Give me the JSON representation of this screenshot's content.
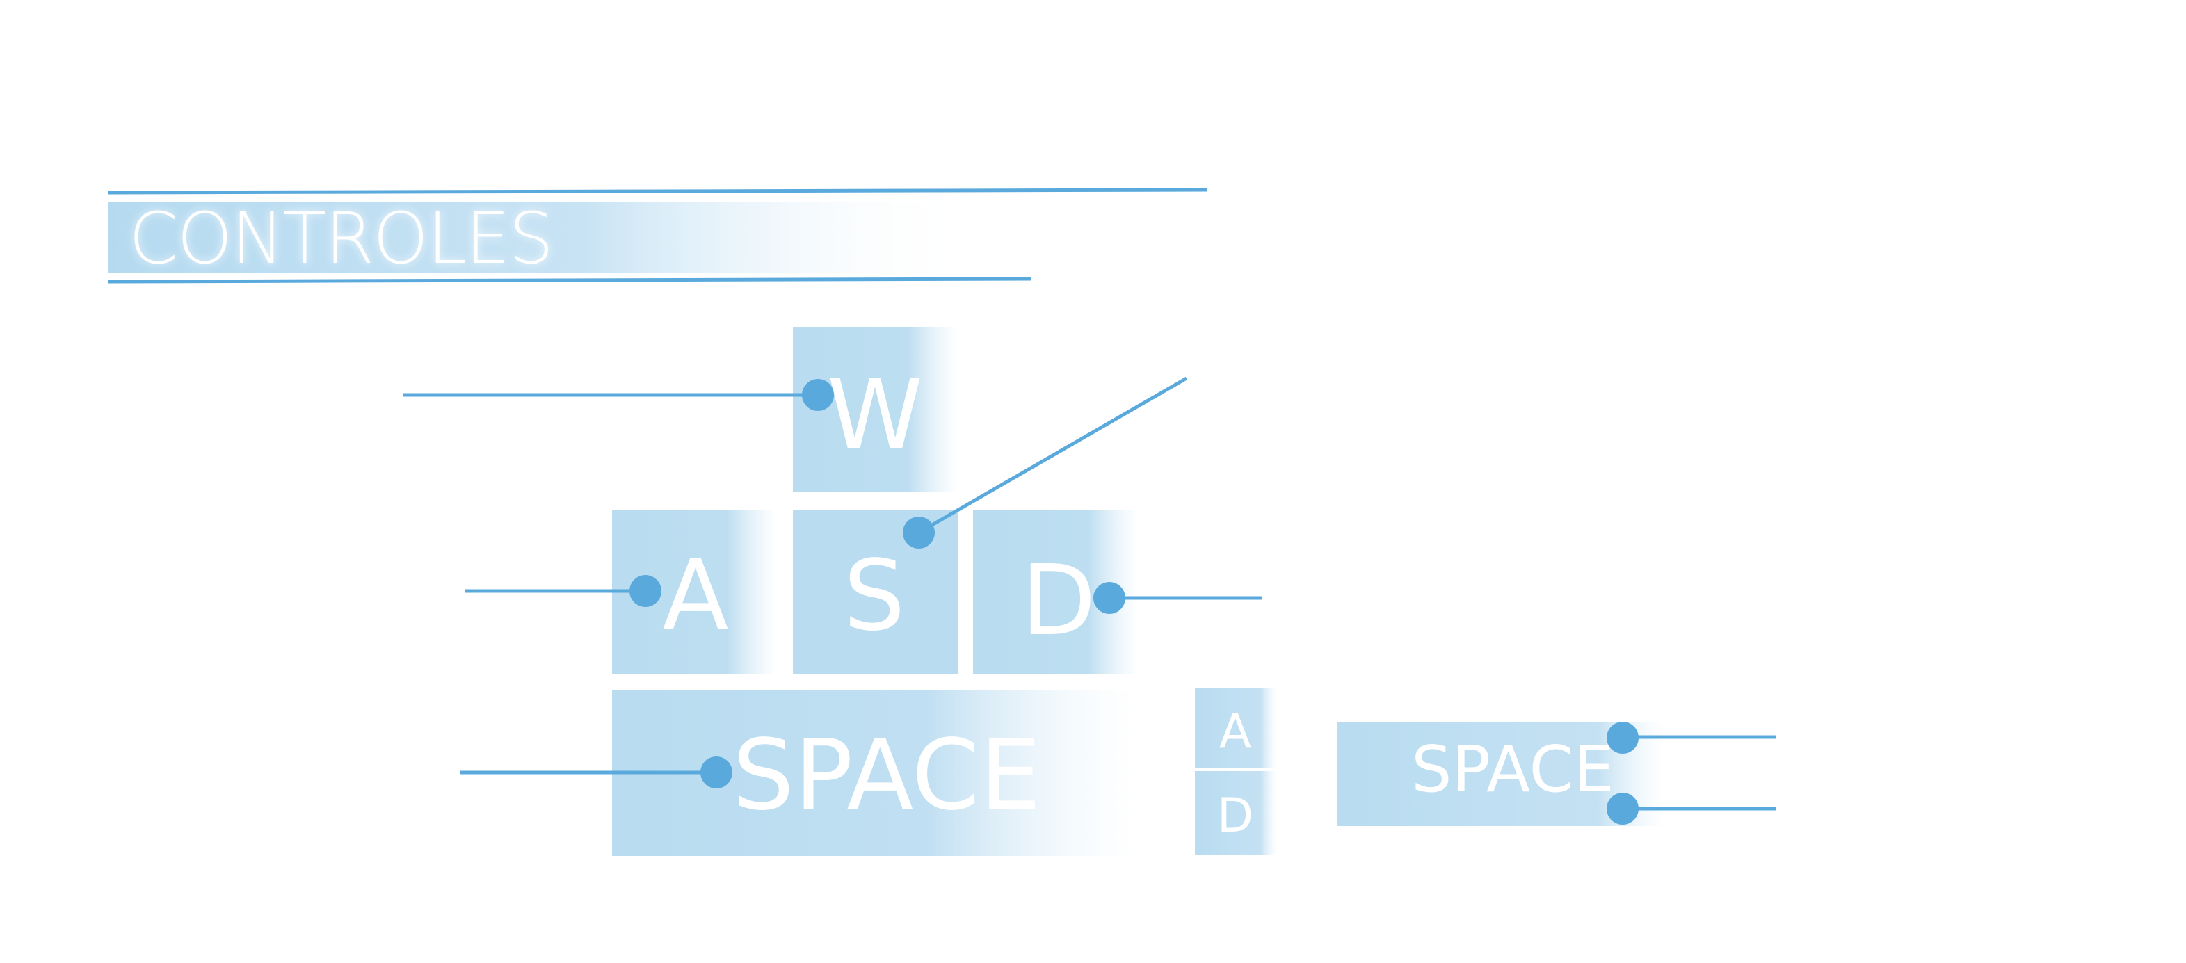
{
  "title": "CONTROLES",
  "keys": {
    "w": "W",
    "a": "A",
    "s": "S",
    "d": "D",
    "space": "SPACE"
  },
  "combo": {
    "top": "A",
    "bottom": "D",
    "space": "SPACE"
  },
  "colors": {
    "accent": "#5aa9dc",
    "key_fill": "#b9dcf0",
    "text": "#ffffff"
  }
}
